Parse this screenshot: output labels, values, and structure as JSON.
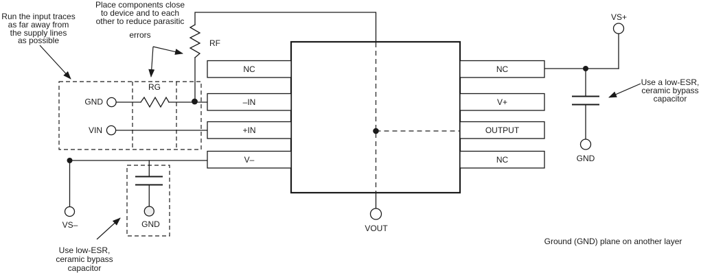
{
  "colors": {
    "ink": "#1a1a1a",
    "background": "#ffffff",
    "gnd_pad_fill": "#ededed"
  },
  "annotations": {
    "input_traces": [
      "Run the input traces",
      "as far away from",
      "the supply lines",
      "as possible"
    ],
    "place_components": [
      "Place components close",
      "to device and to each",
      "other to reduce parasitic",
      "errors"
    ],
    "bypass_left": [
      "Use low-ESR,",
      "ceramic bypass",
      "capacitor"
    ],
    "bypass_right": [
      "Use a low-ESR,",
      "ceramic bypass",
      "capacitor"
    ],
    "ground_plane": "Ground (GND) plane on another layer"
  },
  "components": {
    "feedback_resistor": "RF",
    "gain_resistor": "RG"
  },
  "pins": {
    "left": [
      "NC",
      "–IN",
      "+IN",
      "V–"
    ],
    "right": [
      "NC",
      "V+",
      "OUTPUT",
      "NC"
    ]
  },
  "terminals": {
    "gnd_input": "GND",
    "vin": "VIN",
    "vs_minus": "VS–",
    "gnd_bypass_left": "GND",
    "vout": "VOUT",
    "vs_plus": "VS+",
    "gnd_bypass_right": "GND"
  }
}
